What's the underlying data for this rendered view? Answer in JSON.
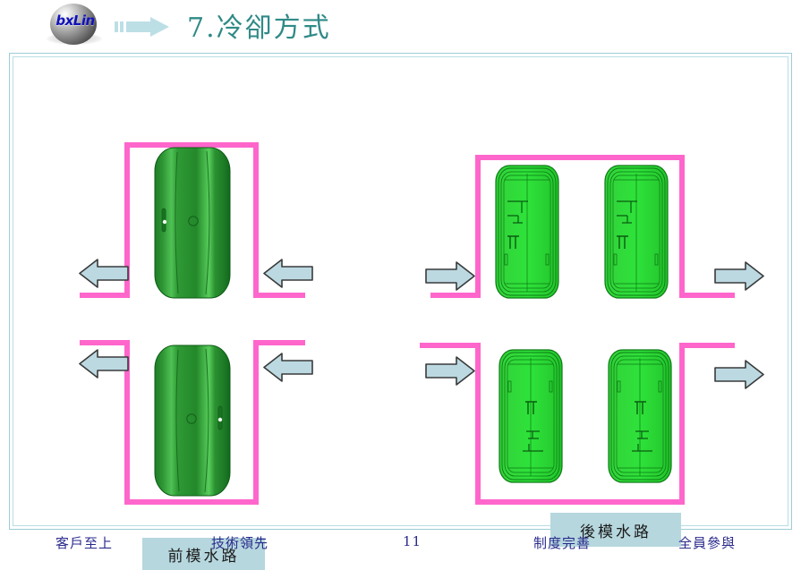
{
  "header": {
    "logo_text": "bxLin",
    "logo_name": "company-logo",
    "arrow_icon": "right-arrow-icon",
    "title": "7.冷卻方式"
  },
  "slide": {
    "frame_border_color": "#9dcdd6",
    "pipe_color": "#ff66cc",
    "arrow_fill": "#bcd9e2",
    "arrow_stroke": "#3a3a3a",
    "caption_bg": "#b6d7de"
  },
  "panels": [
    {
      "id": "front-mold",
      "caption": "前模水路",
      "flow_direction": "left",
      "circuits": [
        {
          "id": "front-upper",
          "shape": "inverted-u"
        },
        {
          "id": "front-lower",
          "shape": "u"
        }
      ],
      "parts": [
        {
          "id": "front-part-upper",
          "render": "solid-shaded-cover"
        },
        {
          "id": "front-part-lower",
          "render": "solid-shaded-cover"
        }
      ],
      "arrows": [
        {
          "id": "front-out-upper",
          "direction": "left"
        },
        {
          "id": "front-in-upper",
          "direction": "left"
        },
        {
          "id": "front-out-lower",
          "direction": "left"
        },
        {
          "id": "front-in-lower",
          "direction": "left"
        }
      ]
    },
    {
      "id": "rear-mold",
      "caption": "後模水路",
      "flow_direction": "right",
      "circuits": [
        {
          "id": "rear-upper",
          "shape": "inverted-u"
        },
        {
          "id": "rear-lower",
          "shape": "u"
        }
      ],
      "parts": [
        {
          "id": "rear-part-ul",
          "render": "wireframe-housing"
        },
        {
          "id": "rear-part-ur",
          "render": "wireframe-housing"
        },
        {
          "id": "rear-part-ll",
          "render": "wireframe-housing"
        },
        {
          "id": "rear-part-lr",
          "render": "wireframe-housing"
        }
      ],
      "arrows": [
        {
          "id": "rear-in-upper",
          "direction": "right"
        },
        {
          "id": "rear-out-upper",
          "direction": "right"
        },
        {
          "id": "rear-in-lower",
          "direction": "right"
        },
        {
          "id": "rear-out-lower",
          "direction": "right"
        }
      ]
    }
  ],
  "footer": {
    "items": [
      {
        "label": "客戶至上"
      },
      {
        "label": "技術領先"
      },
      {
        "label": "11"
      },
      {
        "label": "制度完善"
      },
      {
        "label": "全員參與"
      }
    ]
  }
}
